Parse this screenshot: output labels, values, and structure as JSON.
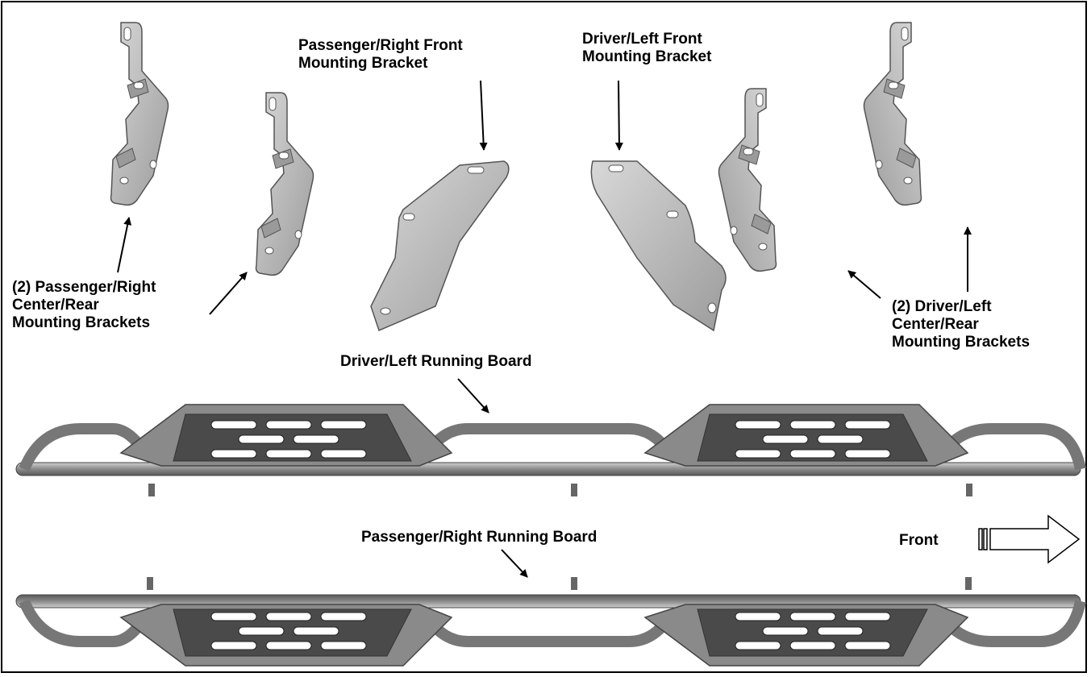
{
  "labels": {
    "pass_front_l1": "Passenger/Right Front",
    "pass_front_l2": "Mounting Bracket",
    "driver_front_l1": "Driver/Left Front",
    "driver_front_l2": "Mounting Bracket",
    "pass_center_l1": "(2) Passenger/Right",
    "pass_center_l2": "Center/Rear",
    "pass_center_l3": "Mounting Brackets",
    "driver_center_l1": "(2) Driver/Left",
    "driver_center_l2": "Center/Rear",
    "driver_center_l3": "Mounting Brackets",
    "driver_board": "Driver/Left Running Board",
    "passenger_board": "Passenger/Right Running Board",
    "front": "Front"
  },
  "icons": [
    "bracket-icon",
    "running-board-icon",
    "callout-arrow-icon",
    "front-direction-arrow-icon"
  ],
  "colors": {
    "metal": "#b9b9b9",
    "metal_dark": "#6f6f6f",
    "step_pad": "#4a4a4a",
    "tube": "#8e8e8e"
  }
}
